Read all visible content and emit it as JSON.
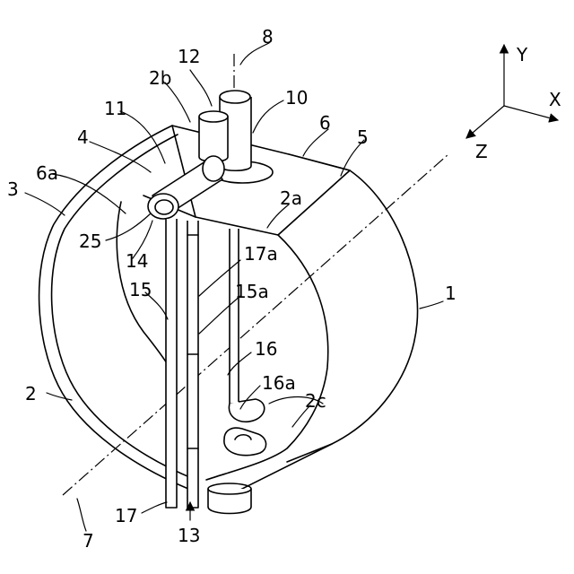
{
  "refs": {
    "r1": "1",
    "r2": "2",
    "r2a": "2a",
    "r2b": "2b",
    "r2c": "2c",
    "r3": "3",
    "r4": "4",
    "r5": "5",
    "r6": "6",
    "r6a": "6a",
    "r7": "7",
    "r8": "8",
    "r10": "10",
    "r11": "11",
    "r12": "12",
    "r13": "13",
    "r14": "14",
    "r15": "15",
    "r15a": "15a",
    "r16": "16",
    "r16a": "16a",
    "r17": "17",
    "r17a": "17a",
    "r25": "25"
  },
  "axes": {
    "x": "X",
    "y": "Y",
    "z": "Z"
  }
}
